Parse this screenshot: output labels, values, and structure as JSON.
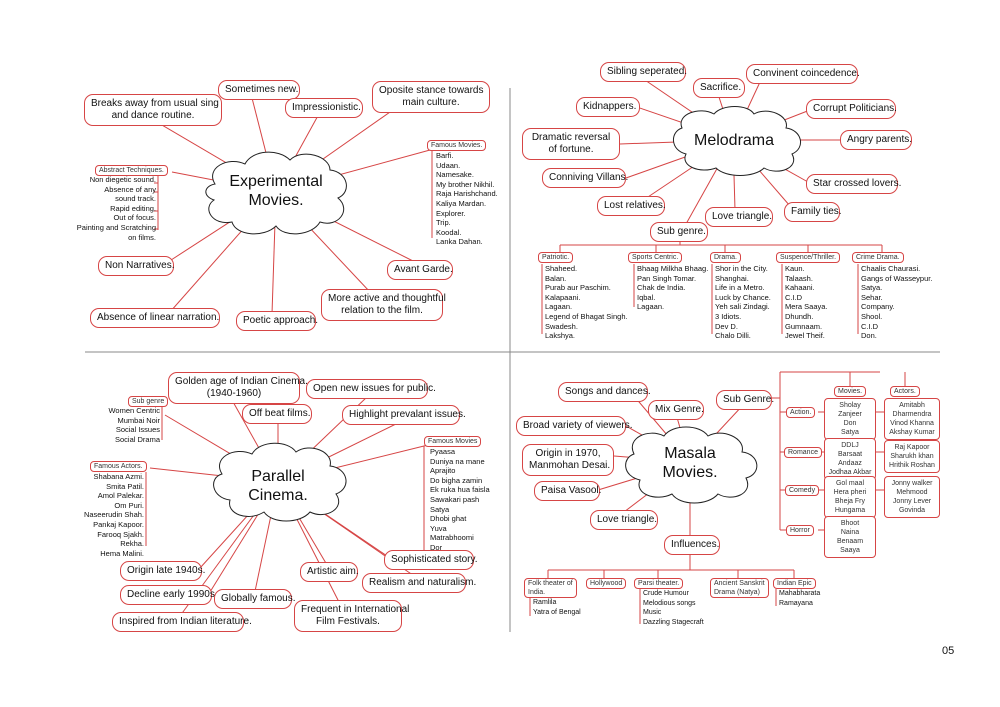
{
  "page_number": "05",
  "experimental": {
    "title": "Experimental\nMovies.",
    "breaks_away": "Breaks away from usual sing\nand dance routine.",
    "sometimes_new": "Sometimes new.",
    "impressionistic": "Impressionistic.",
    "opposite_stance": "Oposite stance towards\nmain culture.",
    "abstract_heading": "Abstract Techniques.",
    "abstract_items": "Non diegetic sound.\nAbsence of any\nsound track.\nRapid editing.\nOut of focus.\nPainting and Scratching\non films.",
    "famous_heading": "Famous Movies.",
    "famous_items": "Barfi.\nUdaan.\nNamesake.\nMy brother Nikhil.\nRaja Harishchand.\nKaliya Mardan.\nExplorer.\nTrip.\nKoodal.\nLanka Dahan.",
    "non_narratives": "Non Narratives.",
    "absence_linear": "Absence of linear narration.",
    "poetic": "Poetic approach.",
    "more_active": "More active and thoughtful\nrelation to the film.",
    "avant_garde": "Avant Garde."
  },
  "melodrama": {
    "title": "Melodrama",
    "sibling": "Sibling seperated.",
    "sacrifice": "Sacrifice.",
    "convinient": "Convinent coincedence.",
    "kidnappers": "Kidnappers.",
    "corrupt": "Corrupt Politicians.",
    "dramatic": "Dramatic reversal\nof fortune.",
    "angry": "Angry parents.",
    "conniving": "Conniving Villans.",
    "star_crossed": "Star crossed lovers.",
    "lost_relatives": "Lost relatives.",
    "love_triangle": "Love triangle.",
    "family_ties": "Family ties.",
    "sub_genre": "Sub genre.",
    "genres": [
      {
        "label": "Patriotic.",
        "items": "Shaheed.\nBalan.\nPurab aur Paschim.\nKalapaani.\nLagaan.\nLegend of Bhagat Singh.\nSwadesh.\nLakshya."
      },
      {
        "label": "Sports Centric.",
        "items": "Bhaag Milkha Bhaag.\nPan Singh Tomar.\nChak de India.\nIqbal.\nLagaan."
      },
      {
        "label": "Drama.",
        "items": "Shor in the City.\nShanghai.\nLife in a Metro.\nLuck by Chance.\nYeh sali Zindagi.\n3 Idiots.\nDev D.\nChalo Dilli."
      },
      {
        "label": "Suspence/Thriller.",
        "items": "Kaun.\nTalaash.\nKahaani.\nC.I.D\nMera Saaya.\nDhundh.\nGumnaam.\nJewel Theif."
      },
      {
        "label": "Crime Drama.",
        "items": "Chaalis Chaurasi.\nGangs of Wasseypur.\nSatya.\nSehar.\nCompany.\nShool.\nC.I.D\nDon."
      }
    ]
  },
  "parallel": {
    "title": "Parallel\nCinema.",
    "golden_age": "Golden age of Indian Cinema.\n(1940-1960)",
    "open_issues": "Open new issues for public.",
    "off_beat": "Off beat films.",
    "highlight": "Highlight prevalant issues.",
    "sub_genre_heading": "Sub genre",
    "sub_genre_items": "Women Centric\nMumbai Noir\nSocial Issues\nSocial Drama",
    "famous_movies_heading": "Famous Movies",
    "famous_movies_items": "Pyaasa\nDuniya na mane\nAprajito\nDo bigha zamin\nEk ruka hua faisla\nSawakari pash\nSatya\nDhobi ghat\nYuva\nMatrabhoomi\nDor",
    "famous_actors_heading": "Famous Actors.",
    "famous_actors_items": "Shabana Azmi.\nSmita Patil.\nAmol Palekar.\nOm Puri.\nNaseerudin Shah.\nPankaj Kapoor.\nFarooq Sjakh.\nRekha.\nHema Malini.",
    "sophisticated": "Sophisticated story.",
    "artistic": "Artistic aim.",
    "realism": "Realism and naturalism.",
    "origin_late": "Origin late 1940s.",
    "decline": "Decline early 1990s.",
    "globally": "Globally famous.",
    "frequent": "Frequent in International\nFilm Festivals.",
    "inspired": "Inspired from Indian literature."
  },
  "masala": {
    "title": "Masala\nMovies.",
    "songs": "Songs and dances.",
    "mix_genre": "Mix Genre.",
    "sub_genre": "Sub Genre.",
    "broad": "Broad variety of viewers.",
    "origin": "Origin in 1970,\nManmohan Desai.",
    "paisa": "Paisa Vasool.",
    "love_triangle": "Love triangle.",
    "influences": "Influences.",
    "movies_heading": "Movies.",
    "actors_heading": "Actors.",
    "genres": [
      {
        "label": "Action.",
        "movies": "Sholay\nZanjeer\nDon\nSatya",
        "actors": "Amitabh\nDharmendra\nVinod Khanna\nAkshay Kumar"
      },
      {
        "label": "Romance",
        "movies": "DDLJ\nBarsaat\nAndaaz\nJodhaa Akbar",
        "actors": "Raj Kapoor\nSharukh khan\nHrithik Roshan"
      },
      {
        "label": "Comedy",
        "movies": "Gol maal\nHera pheri\nBheja Fry\nHungama",
        "actors": "Jonny walker\nMehmood\nJonny Lever\nGovinda"
      },
      {
        "label": "Horror",
        "movies": "Bhoot\nNaina\nBenaam\nSaaya",
        "actors": ""
      }
    ],
    "influence_items": [
      {
        "label": "Folk theater of\nIndia.",
        "items": "Ramlila\nYatra of Bengal"
      },
      {
        "label": "Hollywood",
        "items": ""
      },
      {
        "label": "Parsi theater.",
        "items": "Crude Humour\nMelodious songs\nMusic\nDazzling Stagecraft"
      },
      {
        "label": "Ancient Sanskrit\nDrama (Natya)",
        "items": ""
      },
      {
        "label": "Indian Epic",
        "items": "Mahabharata\nRamayana"
      }
    ]
  }
}
